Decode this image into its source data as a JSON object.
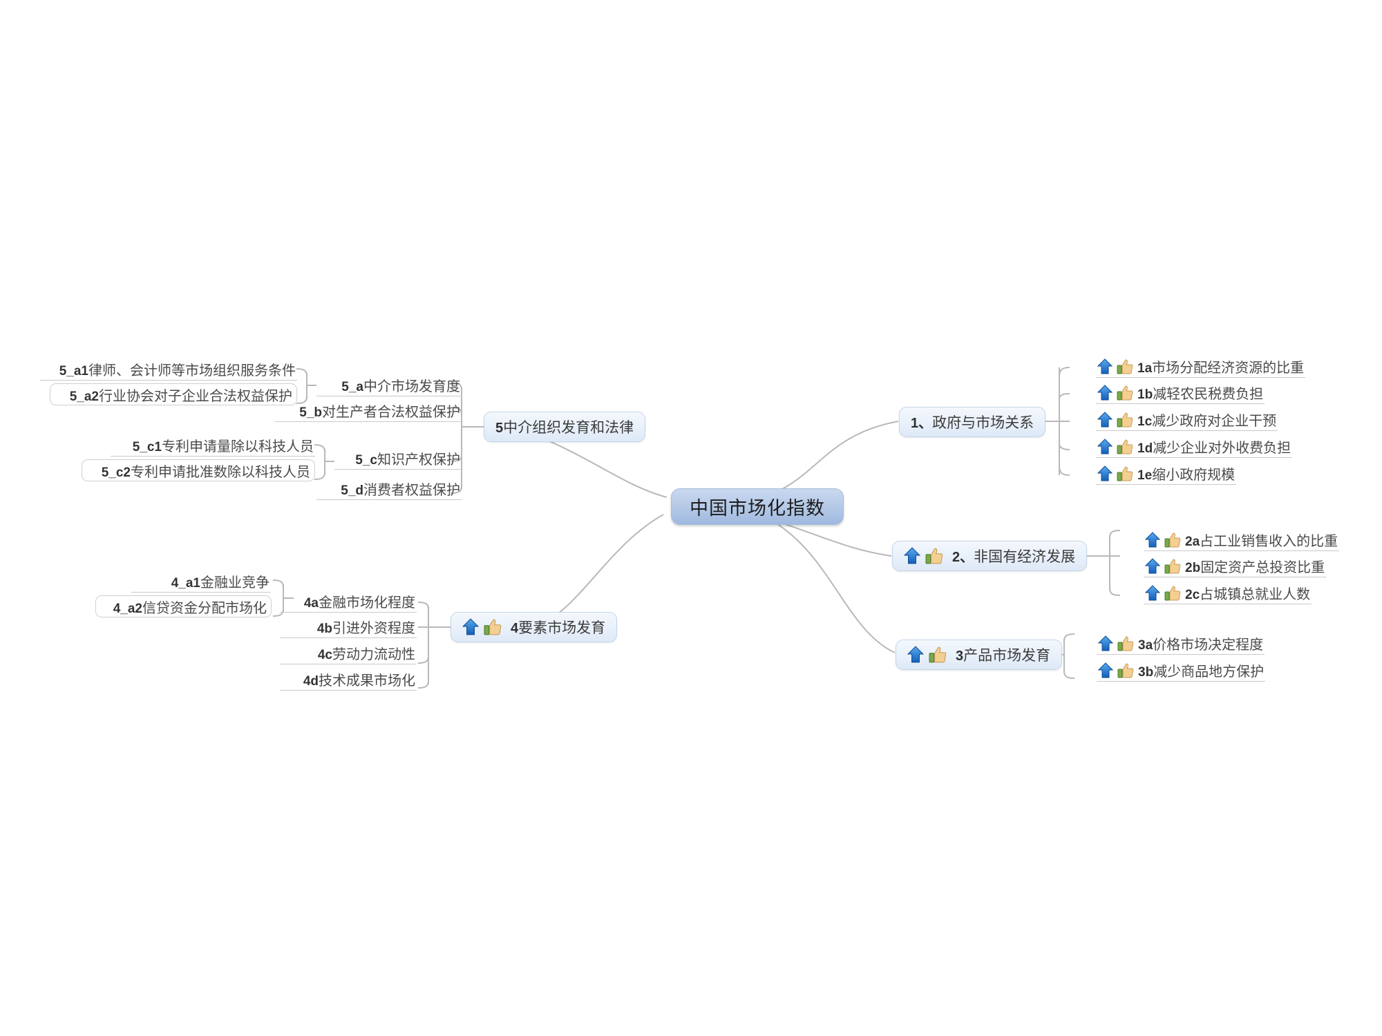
{
  "document": {
    "type": "mind-map",
    "title": "中国市场化指数"
  },
  "root": {
    "label": "中国市场化指数"
  },
  "icons": {
    "arrow": "blue-up-arrow-icon",
    "thumb": "thumbs-up-icon"
  },
  "colors": {
    "root_fill_top": "#c8d8ef",
    "root_fill_bottom": "#9fb9df",
    "node_fill": "#e8f0fa",
    "node_border": "#c5d6ea",
    "link": "#b8b8b8",
    "arrow_blue": "#1f72c8",
    "thumb_tan": "#f2c98a"
  },
  "branches": [
    {
      "id": "b1",
      "label": "1、政府与市场关系",
      "num": "1、",
      "text": "政府与市场关系",
      "side": "right",
      "icons": [],
      "children": [
        {
          "num": "1a",
          "text": "市场分配经济资源的比重",
          "icons": [
            "arrow",
            "thumb"
          ]
        },
        {
          "num": "1b",
          "text": "减轻农民税费负担",
          "icons": [
            "arrow",
            "thumb"
          ]
        },
        {
          "num": "1c",
          "text": "减少政府对企业干预",
          "icons": [
            "arrow",
            "thumb"
          ]
        },
        {
          "num": "1d",
          "text": "减少企业对外收费负担",
          "icons": [
            "arrow",
            "thumb"
          ]
        },
        {
          "num": "1e",
          "text": "缩小政府规模",
          "icons": [
            "arrow",
            "thumb"
          ]
        }
      ]
    },
    {
      "id": "b2",
      "label": "2、非国有经济发展",
      "num": "2、",
      "text": "非国有经济发展",
      "side": "right",
      "icons": [
        "arrow",
        "thumb"
      ],
      "children": [
        {
          "num": "2a",
          "text": "占工业销售收入的比重",
          "icons": [
            "arrow",
            "thumb"
          ]
        },
        {
          "num": "2b",
          "text": "固定资产总投资比重",
          "icons": [
            "arrow",
            "thumb"
          ]
        },
        {
          "num": "2c",
          "text": "占城镇总就业人数",
          "icons": [
            "arrow",
            "thumb"
          ]
        }
      ]
    },
    {
      "id": "b3",
      "label": "3产品市场发育",
      "num": "3",
      "text": "产品市场发育",
      "side": "right",
      "icons": [
        "arrow",
        "thumb"
      ],
      "children": [
        {
          "num": "3a",
          "text": "价格市场决定程度",
          "icons": [
            "arrow",
            "thumb"
          ]
        },
        {
          "num": "3b",
          "text": "减少商品地方保护",
          "icons": [
            "arrow",
            "thumb"
          ]
        }
      ]
    },
    {
      "id": "b4",
      "label": "4要素市场发育",
      "num": "4",
      "text": "要素市场发育",
      "side": "left",
      "icons": [
        "arrow",
        "thumb"
      ],
      "children": [
        {
          "num": "4a",
          "text": "金融市场化程度",
          "icons": [],
          "children": [
            {
              "num": "4_a1",
              "text": "金融业竞争",
              "boxed": false
            },
            {
              "num": "4_a2",
              "text": "信贷资金分配市场化",
              "boxed": true
            }
          ]
        },
        {
          "num": "4b",
          "text": "引进外资程度",
          "icons": []
        },
        {
          "num": "4c",
          "text": "劳动力流动性",
          "icons": []
        },
        {
          "num": "4d",
          "text": "技术成果市场化",
          "icons": []
        }
      ]
    },
    {
      "id": "b5",
      "label": "5中介组织发育和法律",
      "num": "5",
      "text": "中介组织发育和法律",
      "side": "left",
      "icons": [],
      "children": [
        {
          "num": "5_a",
          "text": "中介市场发育度",
          "icons": [],
          "children": [
            {
              "num": "5_a1",
              "text": "律师、会计师等市场组织服务条件",
              "boxed": false
            },
            {
              "num": "5_a2",
              "text": "行业协会对子企业合法权益保护",
              "boxed": true
            }
          ]
        },
        {
          "num": "5_b",
          "text": "对生产者合法权益保护",
          "icons": []
        },
        {
          "num": "5_c",
          "text": "知识产权保护",
          "icons": [],
          "children": [
            {
              "num": "5_c1",
              "text": "专利申请量除以科技人员",
              "boxed": false
            },
            {
              "num": "5_c2",
              "text": "专利申请批准数除以科技人员",
              "boxed": true
            }
          ]
        },
        {
          "num": "5_d",
          "text": "消费者权益保护",
          "icons": []
        }
      ]
    }
  ]
}
